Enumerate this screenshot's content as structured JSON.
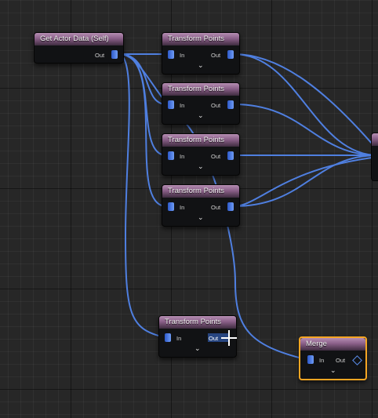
{
  "nodes": {
    "actor_data": {
      "title": "Get Actor Data (Self)",
      "out_label": "Out"
    },
    "transform_1": {
      "title": "Transform Points",
      "in_label": "In",
      "out_label": "Out"
    },
    "transform_2": {
      "title": "Transform Points",
      "in_label": "In",
      "out_label": "Out"
    },
    "transform_3": {
      "title": "Transform Points",
      "in_label": "In",
      "out_label": "Out"
    },
    "transform_4": {
      "title": "Transform Points",
      "in_label": "In",
      "out_label": "Out"
    },
    "transform_5": {
      "title": "Transform Points",
      "in_label": "In",
      "out_label": "Out"
    },
    "merge": {
      "title": "Merge",
      "in_label": "In",
      "out_label": "Out"
    }
  },
  "expand_glyph": "⌄",
  "colors": {
    "wire": "#4f7fe0",
    "header": "#8a5f88",
    "selection": "#f5a623",
    "pin": "#4a7be8"
  },
  "icons": [
    "points-pin-icon",
    "chevron-down-icon",
    "diamond-pin-icon",
    "cursor-crosshair-icon"
  ]
}
